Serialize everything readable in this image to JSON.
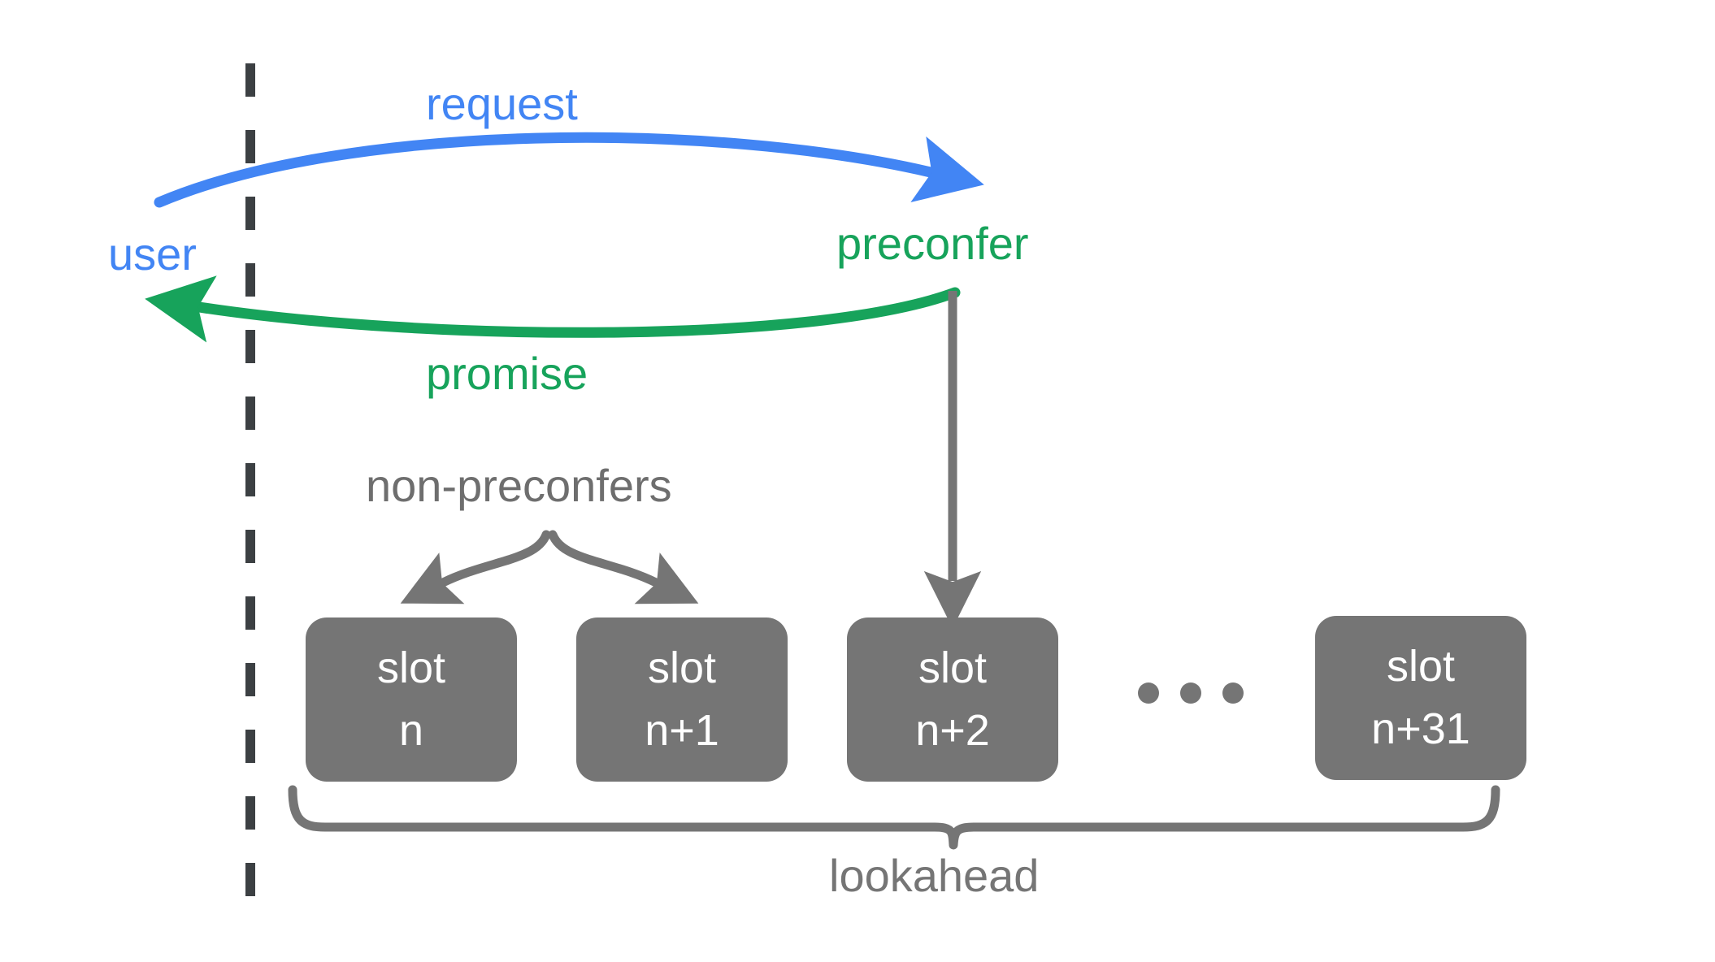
{
  "diagram": {
    "title": "preconfirmation lookahead sequence diagram",
    "colors": {
      "user_blue": "#4285F4",
      "preconfer_green": "#17A35B",
      "slot_gray": "#757575",
      "timeline_dark": "#3C4043",
      "background": "#FFFFFF"
    },
    "timeline": {
      "name": "user-boundary-dashed-line"
    },
    "actors": [
      {
        "id": "user",
        "label": "user",
        "color": "#4285F4"
      },
      {
        "id": "preconfer",
        "label": "preconfer",
        "color": "#17A35B"
      }
    ],
    "messages": [
      {
        "id": "request",
        "label": "request",
        "from": "user",
        "to": "preconfer",
        "color": "#4285F4",
        "direction": "right"
      },
      {
        "id": "promise",
        "label": "promise",
        "from": "preconfer",
        "to": "user",
        "color": "#17A35B",
        "direction": "left"
      }
    ],
    "annotations": {
      "non_preconfers": "non-preconfers",
      "lookahead": "lookahead"
    },
    "slots": [
      {
        "line1": "slot",
        "line2": "n"
      },
      {
        "line1": "slot",
        "line2": "n+1"
      },
      {
        "line1": "slot",
        "line2": "n+2"
      },
      {
        "line1": "slot",
        "line2": "n+31"
      }
    ],
    "ellipsis": {
      "dots": 3,
      "meaning": "slots n+3 through n+30 omitted"
    }
  }
}
